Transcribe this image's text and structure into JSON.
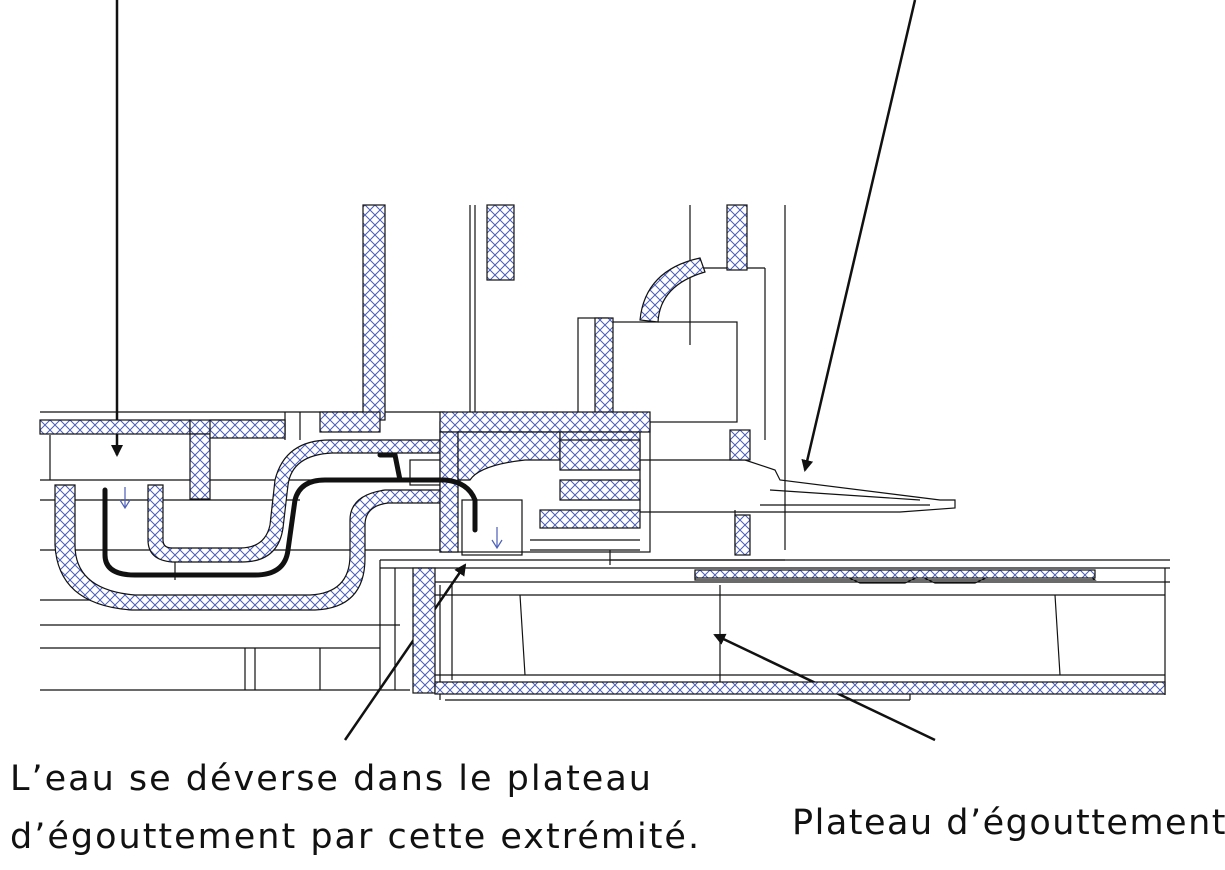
{
  "labels": {
    "outlet_line1": "L’eau se déverse dans le plateau",
    "outlet_line2": "d’égouttement par cette extrémité.",
    "drip_tray": "Plateau d’égouttement"
  },
  "colors": {
    "hatch": "#4b5fb8",
    "line": "#111111",
    "background": "#ffffff"
  }
}
